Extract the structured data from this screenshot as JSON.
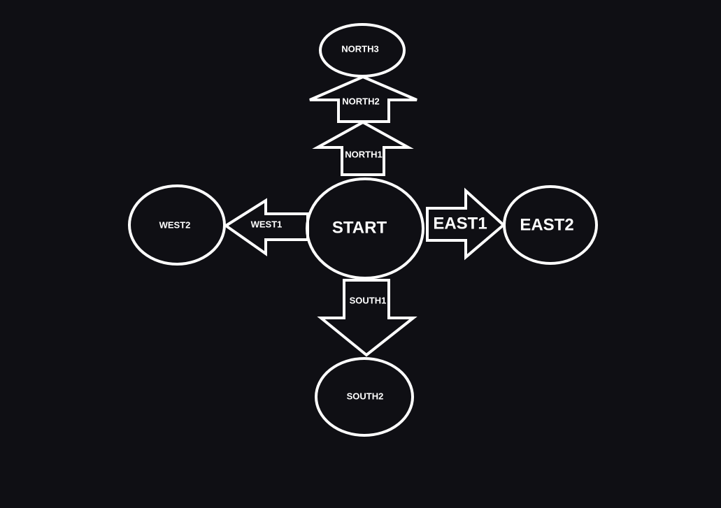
{
  "colors": {
    "background": "#0f0f14",
    "stroke": "#ffffff",
    "text": "#ffffff"
  },
  "nodes": {
    "start": "START",
    "north3": "NORTH3",
    "west2": "WEST2",
    "east2": "EAST2",
    "south2": "SOUTH2"
  },
  "arrows": {
    "north1": "NORTH1",
    "north2": "NORTH2",
    "west1": "WEST1",
    "east1": "EAST1",
    "south1": "SOUTH1"
  }
}
